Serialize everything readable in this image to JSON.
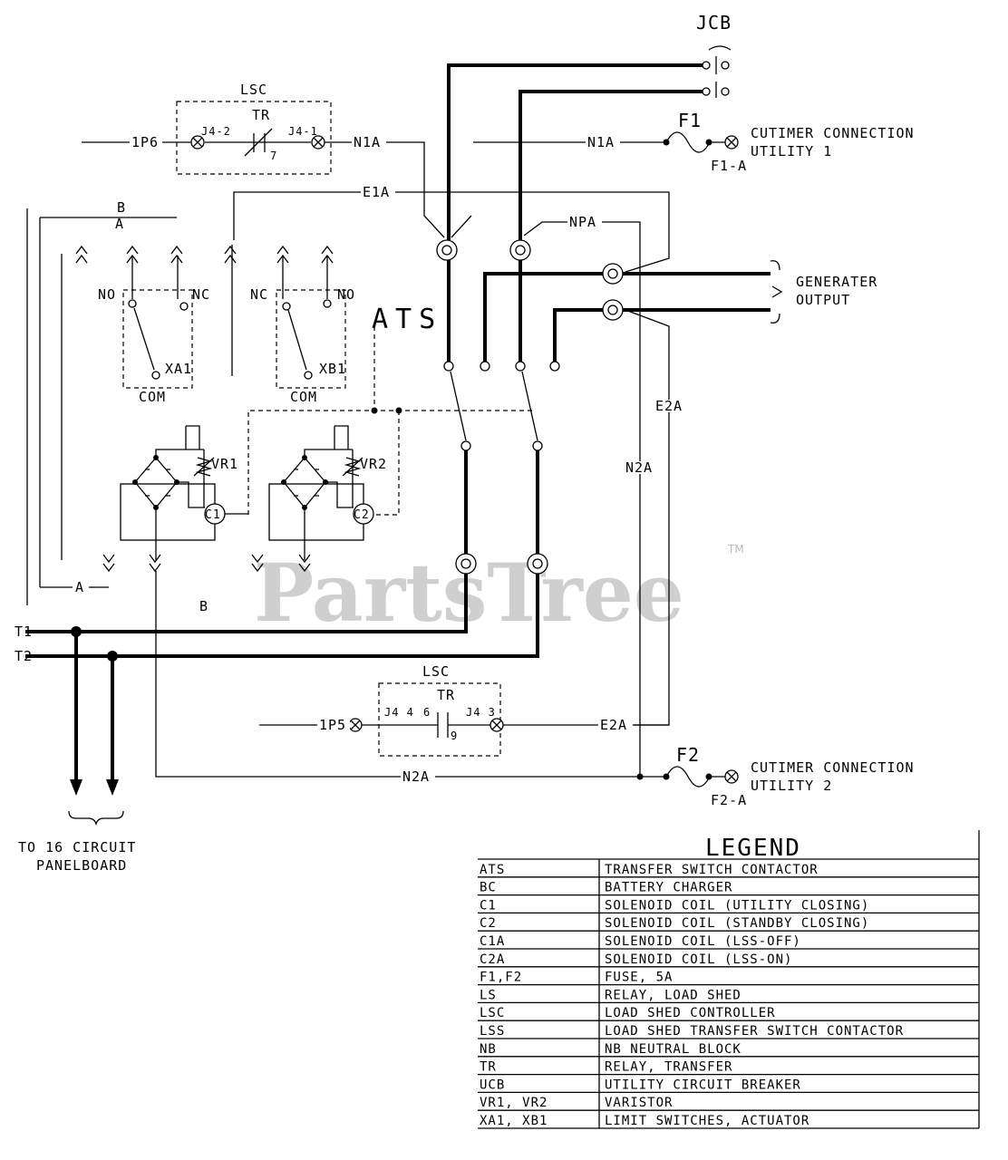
{
  "labels": {
    "jcb": "JCB",
    "lsc_top": "LSC",
    "tr_top": "TR",
    "j4_2": "J4-2",
    "j4_1": "J4-1",
    "pin7": "7",
    "wire_1p6": "1P6",
    "wire_n1a_left": "N1A",
    "wire_n1a_right": "N1A",
    "f1": "F1",
    "f1a": "F1-A",
    "customer_utility1_line1": "CUTIMER CONNECTION",
    "customer_utility1_line2": "UTILITY 1",
    "wire_e1a": "E1A",
    "wire_npa": "NPA",
    "b_top": "B",
    "a_top": "A",
    "generator_line1": "GENERATER",
    "generator_line2": "OUTPUT",
    "no_left": "NO",
    "nc_left": "NC",
    "nc_right": "NC",
    "no_right": "NO",
    "ats": "ATS",
    "xa1": "XA1",
    "xb1": "XB1",
    "com_left": "COM",
    "com_right": "COM",
    "vr1": "VR1",
    "vr2": "VR2",
    "c1": "C1",
    "c2": "C2",
    "wire_e2a": "E2A",
    "wire_n2a_vert": "N2A",
    "a_bottom": "A",
    "b_bottom": "B",
    "t1": "T1",
    "t2": "T2",
    "lsc_bottom": "LSC",
    "tr_bottom": "TR",
    "j4_4": "J4 4",
    "pin6": "6",
    "j4_3": "J4 3",
    "pin9": "9",
    "wire_1p5": "1P5",
    "wire_e2a_bottom": "E2A",
    "wire_n2a_bottom": "N2A",
    "f2": "F2",
    "f2a": "F2-A",
    "customer_utility2_line1": "CUTIMER CONNECTION",
    "customer_utility2_line2": "UTILITY 2",
    "panel_line1": "TO 16 CIRCUIT",
    "panel_line2": "PANELBOARD"
  },
  "watermark": {
    "text": "PartsTree",
    "tm": "TM"
  },
  "legend": {
    "title": "LEGEND",
    "rows": [
      {
        "code": "ATS",
        "desc": "TRANSFER SWITCH CONTACTOR"
      },
      {
        "code": "BC",
        "desc": "BATTERY CHARGER"
      },
      {
        "code": "C1",
        "desc": "SOLENOID COIL (UTILITY CLOSING)"
      },
      {
        "code": "C2",
        "desc": "SOLENOID COIL (STANDBY CLOSING)"
      },
      {
        "code": "C1A",
        "desc": "SOLENOID COIL (LSS-OFF)"
      },
      {
        "code": "C2A",
        "desc": "SOLENOID COIL (LSS-ON)"
      },
      {
        "code": "F1,F2",
        "desc": "FUSE, 5A"
      },
      {
        "code": "LS",
        "desc": "RELAY, LOAD SHED"
      },
      {
        "code": "LSC",
        "desc": "LOAD SHED CONTROLLER"
      },
      {
        "code": "LSS",
        "desc": "LOAD SHED TRANSFER SWITCH CONTACTOR"
      },
      {
        "code": "NB",
        "desc": "NB NEUTRAL BLOCK"
      },
      {
        "code": "TR",
        "desc": "RELAY, TRANSFER"
      },
      {
        "code": "UCB",
        "desc": "UTILITY CIRCUIT BREAKER"
      },
      {
        "code": "VR1, VR2",
        "desc": "VARISTOR"
      },
      {
        "code": "XA1, XB1",
        "desc": "LIMIT SWITCHES, ACTUATOR"
      }
    ]
  }
}
